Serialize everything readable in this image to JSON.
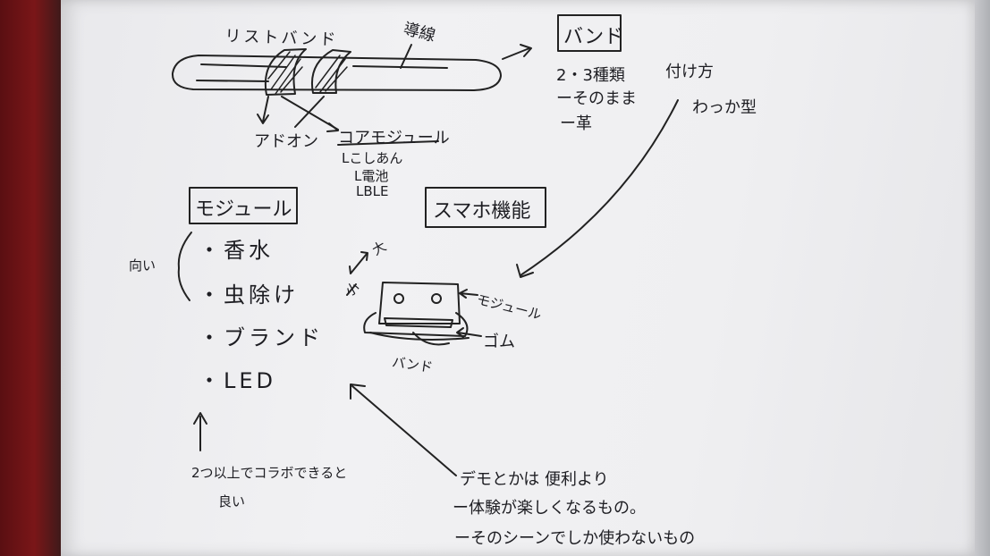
{
  "notes": {
    "wristband_label": "リストバンド",
    "wire_label": "導線",
    "addon_label": "アドオン",
    "core_module_label": "コアモジュール",
    "core_items": [
      "Lこしあん",
      "L電池",
      "LBLE"
    ],
    "band_box": "バンド",
    "band_items": [
      "2・3種類",
      "ーそのまま",
      "ー革"
    ],
    "attach_label": "付け方",
    "attach_value": "わっか型",
    "module_box": "モジュール",
    "module_items": [
      "・香水",
      "・虫除け",
      "・ブランド",
      "・LED"
    ],
    "module_side_label": "向い",
    "smartphone_box": "スマホ機能",
    "diagram_labels": {
      "size": "大",
      "small": "小",
      "module": "モジュール",
      "rubber": "ゴム",
      "band": "バンド"
    },
    "collab_note_line1": "2つ以上でコラボできると",
    "collab_note_line2": "良い",
    "demo_line1": "デモとかは 便利より",
    "demo_line2": "ー体験が楽しくなるもの。",
    "demo_line3": "ーそのシーンでしか使わないもの"
  },
  "colors": {
    "paper": "#efeff1",
    "ink": "#1d1d22",
    "background_left": "#7a1618",
    "background_right": "#c9c9cd"
  }
}
